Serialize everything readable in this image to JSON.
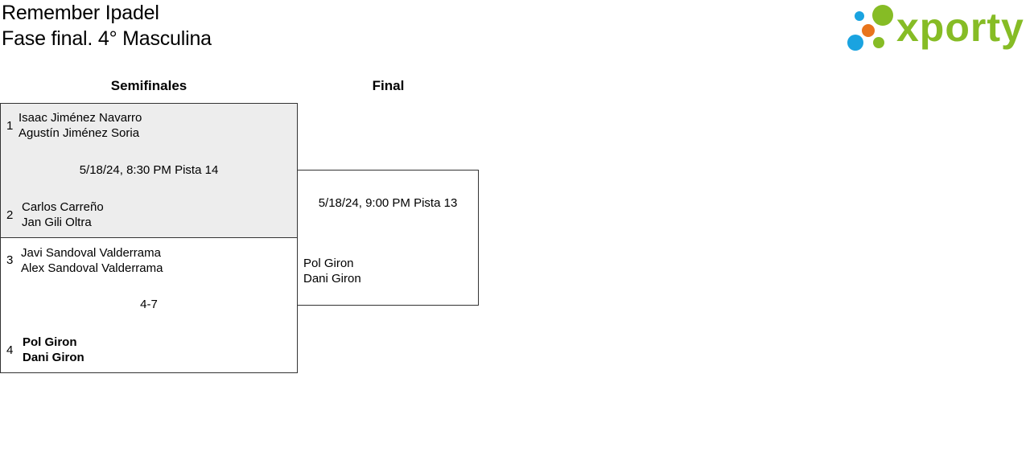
{
  "header": {
    "title_line1": "Remember Ipadel",
    "title_line2": "Fase final. 4° Masculina",
    "logo_text": "xporty",
    "logo_colors": {
      "green": "#86bc25",
      "blue": "#1aa3e0",
      "orange": "#e8741c"
    }
  },
  "rounds": {
    "semifinal_label": "Semifinales",
    "final_label": "Final"
  },
  "semifinal_1": {
    "team_a": {
      "seed": "1",
      "player1": "Isaac Jiménez Navarro",
      "player2": "Agustín Jiménez Soria"
    },
    "info": "5/18/24, 8:30 PM Pista 14",
    "team_b": {
      "seed": "2",
      "player1": "Carlos Carreño",
      "player2": "Jan Gili Oltra"
    }
  },
  "semifinal_2": {
    "team_a": {
      "seed": "3",
      "player1": "Javi Sandoval Valderrama",
      "player2": "Alex Sandoval Valderrama"
    },
    "info": "4-7",
    "team_b": {
      "seed": "4",
      "player1": "Pol Giron",
      "player2": "Dani Giron"
    }
  },
  "final": {
    "info": "5/18/24, 9:00 PM Pista 13",
    "team_b": {
      "player1": "Pol Giron",
      "player2": "Dani Giron"
    }
  }
}
